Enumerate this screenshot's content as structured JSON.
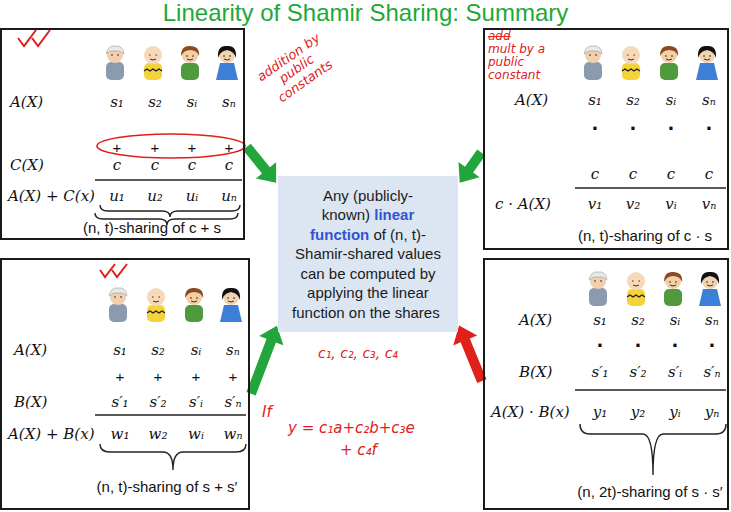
{
  "diagram": {
    "title": "Linearity of Shamir Sharing: Summary",
    "nodes": [
      {
        "text": [
          "A(X)",
          "s₁",
          "s₂",
          "sᵢ",
          "sₙ",
          "+",
          "+",
          "+",
          "+",
          "C(X)",
          "c",
          "c",
          "c",
          "c",
          "A(X) + C(x)",
          "u₁",
          "u₂",
          "uᵢ",
          "uₙ",
          "(n, t)-sharing of c + s"
        ]
      },
      {
        "text": [
          "A(X)",
          "s₁",
          "s₂",
          "sᵢ",
          "sₙ",
          "·",
          "·",
          "·",
          "·",
          "c",
          "c",
          "c",
          "c",
          "c · A(X)",
          "v₁",
          "v₂",
          "vᵢ",
          "vₙ",
          "(n, t)-sharing of c · s"
        ]
      },
      {
        "text": [
          "Any (publicly-known)",
          "linear function",
          "of (n, t)-Shamir-shared values can be computed by applying the linear function on the shares"
        ]
      },
      {
        "text": [
          "A(X)",
          "s₁",
          "s₂",
          "sᵢ",
          "sₙ",
          "+",
          "+",
          "+",
          "+",
          "B(X)",
          "s′₁",
          "s′₂",
          "s′ᵢ",
          "s′ₙ",
          "A(X) + B(x)",
          "w₁",
          "w₂",
          "wᵢ",
          "wₙ",
          "(n, t)-sharing of s + s′"
        ]
      },
      {
        "text": [
          "A(X)",
          "s₁",
          "s₂",
          "sᵢ",
          "sₙ",
          "·",
          "·",
          "·",
          "·",
          "B(X)",
          "s′₁",
          "s′₂",
          "s′ᵢ",
          "s′ₙ",
          "A(X) · B(x)",
          "y₁",
          "y₂",
          "yᵢ",
          "yₙ",
          "(n, 2t)-sharing of s · s′"
        ]
      }
    ],
    "edges": [
      {
        "from": 0,
        "to": 2,
        "arrow": "to"
      },
      {
        "from": 1,
        "to": 2,
        "arrow": "to"
      },
      {
        "from": 3,
        "to": 2,
        "arrow": "to"
      },
      {
        "from": 4,
        "to": 2,
        "arrow": "to"
      }
    ],
    "labels": [
      "addition by public constants",
      "add",
      "mult by a public constant",
      "c₁, c₂, c₃, c₄",
      "If",
      "y = c₁a+c₂b+c₃e",
      "+ c₄f"
    ]
  }
}
